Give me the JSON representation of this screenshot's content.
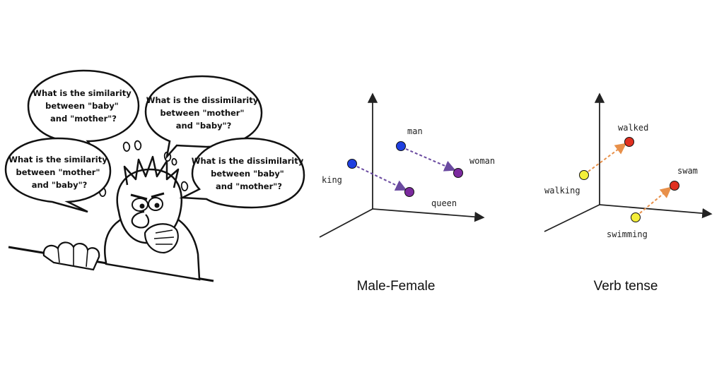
{
  "bubbles": [
    {
      "lines": [
        "What is the similarity",
        "between \"baby\"",
        "and \"mother\"?"
      ]
    },
    {
      "lines": [
        "What is the dissimilarity",
        "between \"mother\"",
        "and \"baby\"?"
      ]
    },
    {
      "lines": [
        "What is the similarity",
        "between \"mother\"",
        "and \"baby\"?"
      ]
    },
    {
      "lines": [
        "What is the dissimilarity",
        "between \"baby\"",
        "and \"mother\"?"
      ]
    }
  ],
  "diagrams": [
    {
      "caption": "Male-Female",
      "points": [
        {
          "label": "man",
          "color": "#1f3fe0"
        },
        {
          "label": "woman",
          "color": "#7b2a9e"
        },
        {
          "label": "king",
          "color": "#1f3fe0"
        },
        {
          "label": "queen",
          "color": "#7b2a9e"
        }
      ],
      "arrow_color": "#6a4aa0"
    },
    {
      "caption": "Verb tense",
      "points": [
        {
          "label": "walked",
          "color": "#e03020"
        },
        {
          "label": "walking",
          "color": "#f4ee3a"
        },
        {
          "label": "swam",
          "color": "#e03020"
        },
        {
          "label": "swimming",
          "color": "#f4ee3a"
        }
      ],
      "arrow_color": "#e8904a"
    }
  ]
}
